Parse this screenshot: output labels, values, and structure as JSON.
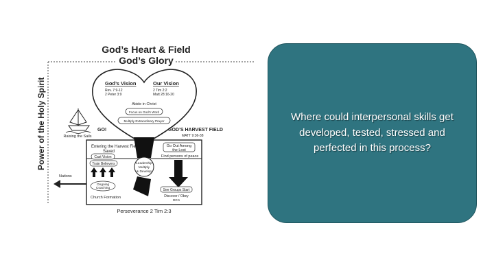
{
  "diagram": {
    "title_line1": "God’s Heart & Field",
    "title_line2": "God’s Glory",
    "left_vertical_label": "Power of the Holy Spirit",
    "heart": {
      "gods_vision_title": "God’s Vision",
      "gods_vision_ref1": "Rev. 7:9-12",
      "gods_vision_ref2": "2 Peter 3:9",
      "our_vision_title": "Our Vision",
      "our_vision_ref1": "2 Tim 2:2",
      "our_vision_ref2": "Matt 28:16-20",
      "abide": "Abide in Christ",
      "focus": "Focus on God’s Word",
      "prayer": "Multiply Extraordinary Prayer"
    },
    "go_label": "GO!",
    "raising_sails": "Raising the Sails",
    "harvest_title": "GOD’S HARVEST FIELD",
    "harvest_ref": "MATT 9:36-38",
    "field": {
      "entering": "Entering the Harvest Field",
      "saved": "Saved",
      "cast_vision": "Cast Vision",
      "train_believers": "Train Believers",
      "go_out_line1": "Go Out Among",
      "go_out_line2": "the Lost",
      "find_persons": "Find persons of peace",
      "center_line1": "Leadership",
      "center_line2": "Multiply",
      "center_line3": "& Develop",
      "ongoing_line1": "Ongoing",
      "ongoing_line2": "Coaching",
      "church_formation": "Church Formation",
      "see_groups": "See Groups Start",
      "discover_obey": "Discover / Obey",
      "dgs": "DG’s"
    },
    "nations": "Nations",
    "perseverance": "Perseverance 2 Tim 2:3"
  },
  "callout": {
    "text": "Where could interpersonal skills get developed, tested, stressed and perfected in this process?"
  },
  "colors": {
    "callout_fill": "#2f7480",
    "callout_border": "#1f555e",
    "callout_text": "#ffffff"
  }
}
